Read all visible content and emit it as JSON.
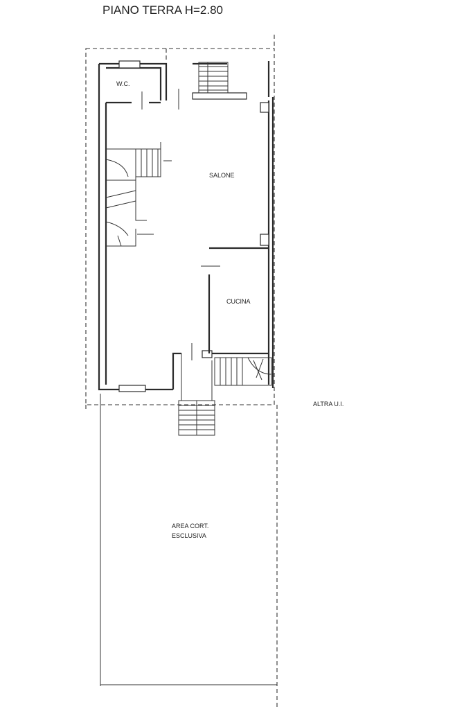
{
  "plan": {
    "title": "PIANO TERRA H=2.80",
    "rooms": {
      "wc": "W.C.",
      "salone": "SALONE",
      "cucina": "CUCINA",
      "area_line1": "AREA CORT.",
      "area_line2": "ESCLUSIVA",
      "altra": "ALTRA U.I."
    }
  }
}
